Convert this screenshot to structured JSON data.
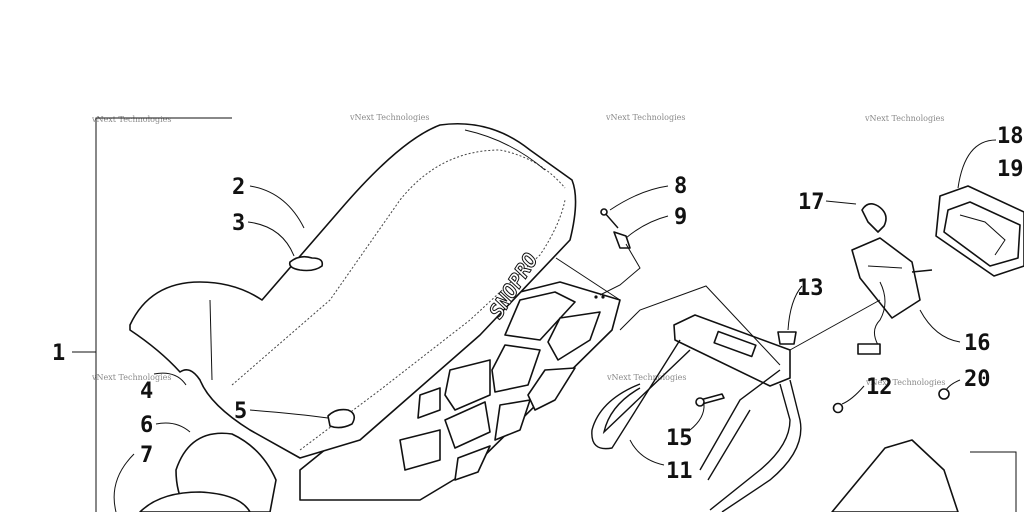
{
  "watermark": "vNext Technologies",
  "callouts": [
    "1",
    "2",
    "3",
    "4",
    "5",
    "6",
    "7",
    "8",
    "9",
    "11",
    "12",
    "13",
    "15",
    "16",
    "17",
    "18",
    "19",
    "20"
  ],
  "seat_logo": "SNOPRO",
  "colors": {
    "ink": "#111111",
    "watermark": "#8a8a8a",
    "background": "#ffffff"
  }
}
